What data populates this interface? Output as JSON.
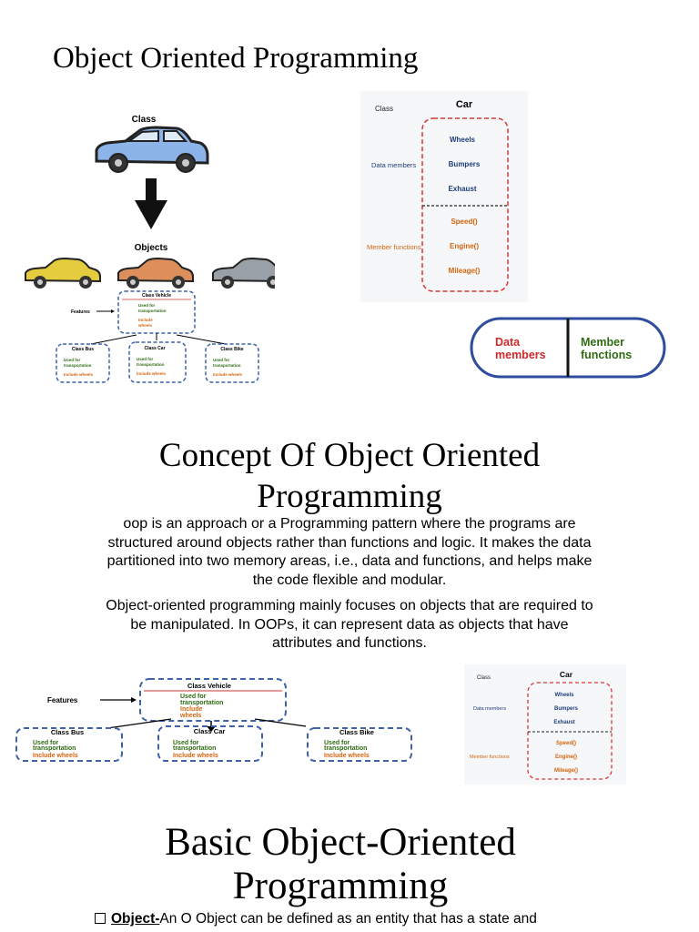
{
  "titles": {
    "t1": "Object Oriented Programming",
    "t2": "Concept Of Object Oriented Programming",
    "t3": "Basic Object-Oriented Programming"
  },
  "paragraphs": [
    "oop is an approach or a Programming pattern where the programs are structured around objects rather than functions and logic. It makes the data partitioned into two memory areas, i.e., data and functions, and helps make the code flexible and modular.",
    "Object-oriented programming mainly focuses on objects that are required to be manipulated. In OOPs, it can represent data as objects that have attributes and functions."
  ],
  "bullet": {
    "term": "Object-",
    "text": "An O Object can be defined as an entity that has a state and"
  },
  "diagram_cars": {
    "class_label": "Class",
    "objects_label": "Objects"
  },
  "hierarchy": {
    "features": "Features",
    "root": {
      "title": "Class Vehicle",
      "line1": "Used for",
      "line2": "transportation",
      "line3": "Include",
      "line4": "wheels"
    },
    "children": [
      {
        "title": "Class Bus",
        "line1": "Used for",
        "line2": "transportation",
        "line3": "Include wheels"
      },
      {
        "title": "Class Car",
        "line1": "Used for",
        "line2": "transportation",
        "line3": "Include wheels"
      },
      {
        "title": "Class Bike",
        "line1": "Used for",
        "line2": "transportation",
        "line3": "Include wheels"
      }
    ]
  },
  "class_car": {
    "class_label": "Class",
    "title": "Car",
    "data_members_label": "Data members",
    "member_functions_label": "Member functions",
    "data_members": [
      "Wheels",
      "Bumpers",
      "Exhaust"
    ],
    "functions": [
      "Speed()",
      "Engine()",
      "Mileage()"
    ]
  },
  "capsule": {
    "left": "Data members",
    "right": "Member functions"
  },
  "colors": {
    "green": "#2e6b12",
    "orange": "#d4650f",
    "blue_dash": "#3e63a8",
    "red_dash": "#d93636",
    "navy": "#1f3d7a"
  }
}
